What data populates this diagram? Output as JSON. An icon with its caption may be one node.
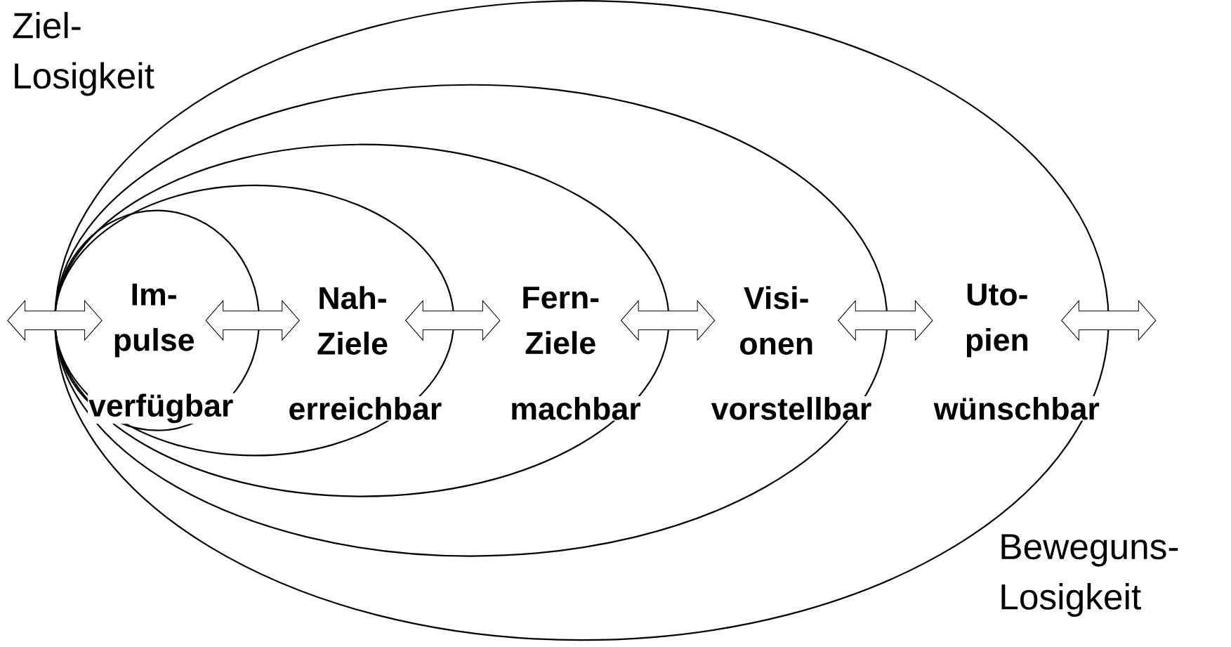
{
  "diagram": {
    "nodes": [
      {
        "text": [
          "Im- pulse"
        ],
        "beside": [
          "verfügbar"
        ]
      },
      {
        "text": [
          "Nah- Ziele"
        ],
        "beside": [
          "erreichbar"
        ]
      },
      {
        "text": [
          "Fern- Ziele"
        ],
        "beside": [
          "machbar"
        ]
      },
      {
        "text": [
          "Visi- onen"
        ],
        "beside": [
          "vorstellbar"
        ]
      },
      {
        "text": [
          "Uto- pien"
        ],
        "beside": [
          "wünschbar"
        ]
      }
    ],
    "edges": [
      {
        "from": null,
        "to": 0,
        "arrow": "both"
      },
      {
        "from": 0,
        "to": 1,
        "arrow": "both"
      },
      {
        "from": 1,
        "to": 2,
        "arrow": "both"
      },
      {
        "from": 2,
        "to": 3,
        "arrow": "both"
      },
      {
        "from": 3,
        "to": 4,
        "arrow": "both"
      },
      {
        "from": 4,
        "to": null,
        "arrow": "both"
      }
    ],
    "labels": [
      "Ziel- Losigkeit",
      "Beweguns- Losigkeit"
    ]
  }
}
